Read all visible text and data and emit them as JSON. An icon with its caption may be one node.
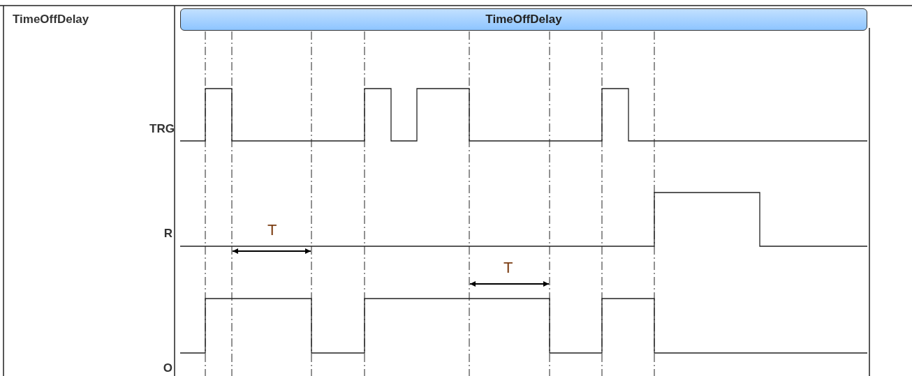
{
  "diagram": {
    "nodes": [
      {
        "text": [
          "TimeOffDelay"
        ]
      }
    ],
    "labels": [
      "TimeOffDelay",
      "TRG",
      "R",
      "O",
      "T",
      "T"
    ]
  }
}
